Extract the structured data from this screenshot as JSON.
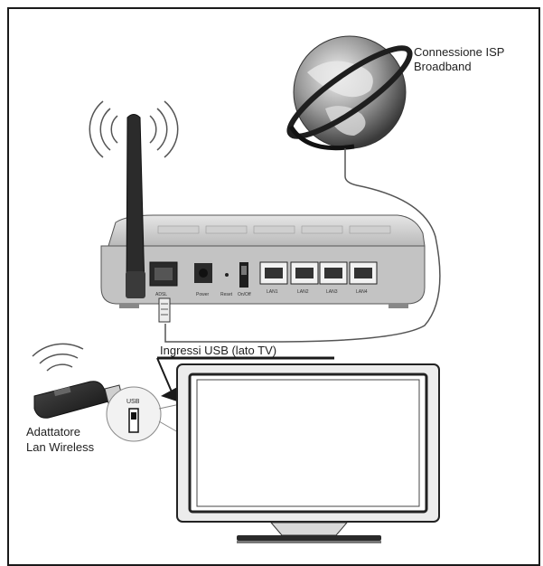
{
  "labels": {
    "isp_line1": "Connessione ISP",
    "isp_line2": "Broadband",
    "usb_ports": "Ingressi USB (lato TV)",
    "adapter_line1": "Adattatore",
    "adapter_line2": "Lan Wireless",
    "usb_tag": "USB"
  },
  "router_port_labels": [
    "ADSL",
    "Power",
    "Reset",
    "On/Off",
    "LAN1",
    "LAN2",
    "LAN3",
    "LAN4"
  ],
  "colors": {
    "outline": "#1a1a1a",
    "router_body": "#d9d9d9",
    "router_face": "#bdbdbd",
    "antenna": "#2b2b2b",
    "tv_frame": "#e8e8e8",
    "adapter": "#2a2a2a"
  }
}
